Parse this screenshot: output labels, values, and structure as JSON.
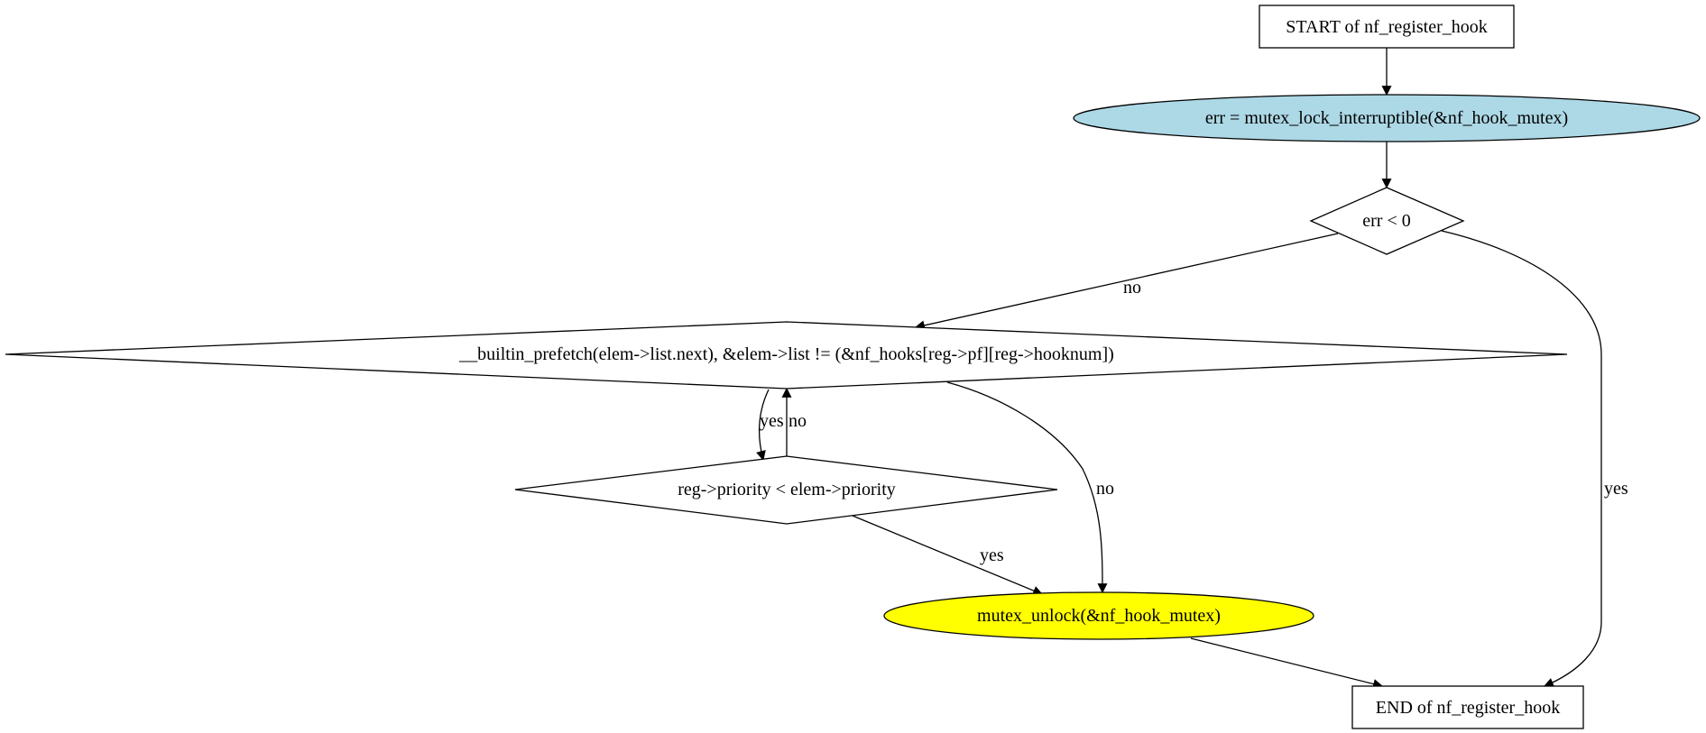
{
  "nodes": {
    "start": {
      "label": "START of nf_register_hook",
      "shape": "box",
      "fill": "#ffffff"
    },
    "mutex_lock": {
      "label": "err = mutex_lock_interruptible(&nf_hook_mutex)",
      "shape": "ellipse",
      "fill": "#add8e6"
    },
    "err_check": {
      "label": "err < 0",
      "shape": "diamond",
      "fill": "#ffffff"
    },
    "loop_cond": {
      "label": "__builtin_prefetch(elem->list.next), &elem->list != (&nf_hooks[reg->pf][reg->hooknum])",
      "shape": "diamond",
      "fill": "#ffffff"
    },
    "priority_check": {
      "label": "reg->priority < elem->priority",
      "shape": "diamond",
      "fill": "#ffffff"
    },
    "mutex_unlock": {
      "label": "mutex_unlock(&nf_hook_mutex)",
      "shape": "ellipse",
      "fill": "#ffff00"
    },
    "end": {
      "label": "END of nf_register_hook",
      "shape": "box",
      "fill": "#ffffff"
    }
  },
  "edges": {
    "start_to_lock": {
      "from": "start",
      "to": "mutex_lock",
      "label": ""
    },
    "lock_to_check": {
      "from": "mutex_lock",
      "to": "err_check",
      "label": ""
    },
    "check_no": {
      "from": "err_check",
      "to": "loop_cond",
      "label": "no"
    },
    "check_yes": {
      "from": "err_check",
      "to": "end",
      "label": "yes"
    },
    "loop_yes": {
      "from": "loop_cond",
      "to": "priority_check",
      "label": "yes"
    },
    "priority_no": {
      "from": "priority_check",
      "to": "loop_cond",
      "label": "no"
    },
    "loop_no": {
      "from": "loop_cond",
      "to": "mutex_unlock",
      "label": "no"
    },
    "priority_yes": {
      "from": "priority_check",
      "to": "mutex_unlock",
      "label": "yes"
    },
    "unlock_to_end": {
      "from": "mutex_unlock",
      "to": "end",
      "label": ""
    }
  }
}
